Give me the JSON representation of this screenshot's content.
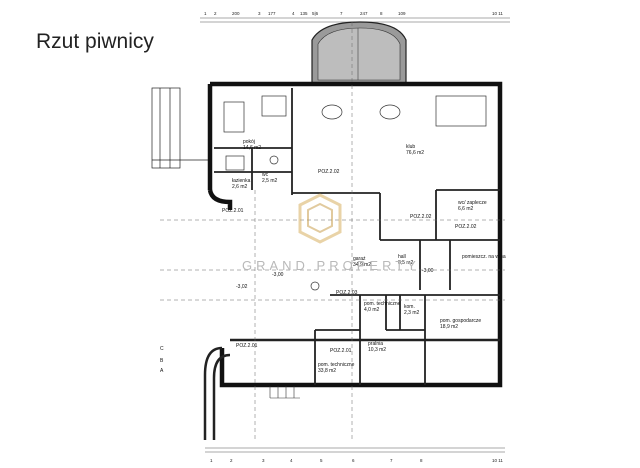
{
  "page": {
    "title": "Rzut piwnicy"
  },
  "watermark": {
    "text": "GRAND PROPERTY"
  },
  "rooms": [
    {
      "name": "pokój",
      "area": "14,6 m2"
    },
    {
      "name": "klub",
      "area": "76,6 m2"
    },
    {
      "name": "łazienka",
      "area": "2,6 m2"
    },
    {
      "name": "wc",
      "area": "2,5 m2"
    },
    {
      "name": "wc/ zaplecze",
      "area": "6,6 m2"
    },
    {
      "name": "garaż",
      "area": "34,9 m2"
    },
    {
      "name": "hall",
      "area": "8,5 m2"
    },
    {
      "name": "pomieszcz. na wina",
      "area": ""
    },
    {
      "name": "pom. techniczne",
      "area": "4,0 m2"
    },
    {
      "name": "kom.",
      "area": "2,3 m2"
    },
    {
      "name": "pralnia",
      "area": "10,3 m2"
    },
    {
      "name": "pom. gospodarcze",
      "area": "18,9 m2"
    },
    {
      "name": "pom. techniczne",
      "area": "33,8 m2"
    }
  ],
  "levels": [
    "POZ.2.01",
    "POZ.2.02",
    "POZ.2.02",
    "POZ.2.02",
    "POZ.2.03",
    "POZ.2.01",
    "POZ.2.01"
  ],
  "elevations": [
    "-3,00",
    "-3,02",
    "-3,00"
  ],
  "axis_letters": [
    "A",
    "B",
    "C"
  ],
  "dims_top": [
    "1",
    "2",
    "200",
    "3",
    "177",
    "4",
    "135",
    "5|6",
    "7",
    "247",
    "8",
    "109",
    "10 11"
  ],
  "dims_bottom": [
    "1",
    "2",
    "3",
    "4",
    "5",
    "6",
    "7",
    "8",
    "10 11"
  ]
}
